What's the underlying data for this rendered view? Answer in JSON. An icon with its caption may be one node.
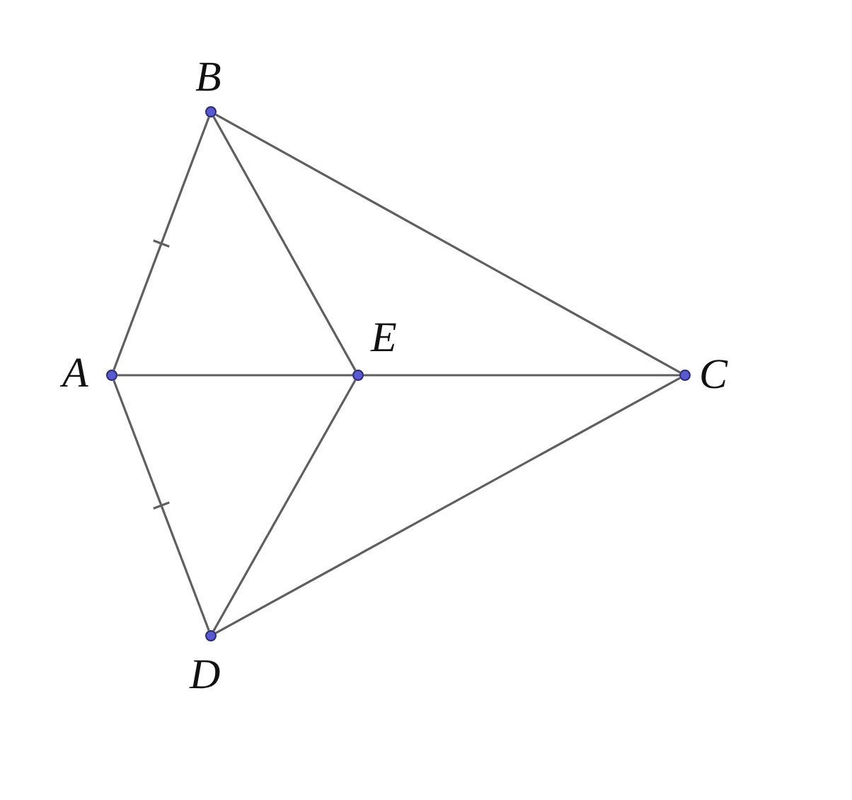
{
  "diagram": {
    "nodes": [
      {
        "text": [],
        "shape": "circle",
        "beside": [
          "B"
        ]
      },
      {
        "text": [],
        "shape": "circle",
        "beside": [
          "A"
        ]
      },
      {
        "text": [],
        "shape": "circle",
        "beside": [
          "E"
        ]
      },
      {
        "text": [],
        "shape": "circle",
        "beside": [
          "C"
        ]
      },
      {
        "text": [],
        "shape": "circle",
        "beside": [
          "D"
        ]
      }
    ],
    "edges": [
      {
        "from": 1,
        "to": 0,
        "arrow": "none"
      },
      {
        "from": 0,
        "to": 3,
        "arrow": "none"
      },
      {
        "from": 0,
        "to": 2,
        "arrow": "none"
      },
      {
        "from": 1,
        "to": 2,
        "arrow": "none"
      },
      {
        "from": 2,
        "to": 3,
        "arrow": "none"
      },
      {
        "from": 1,
        "to": 4,
        "arrow": "none"
      },
      {
        "from": 2,
        "to": 4,
        "arrow": "none"
      },
      {
        "from": 4,
        "to": 3,
        "arrow": "none"
      }
    ]
  }
}
